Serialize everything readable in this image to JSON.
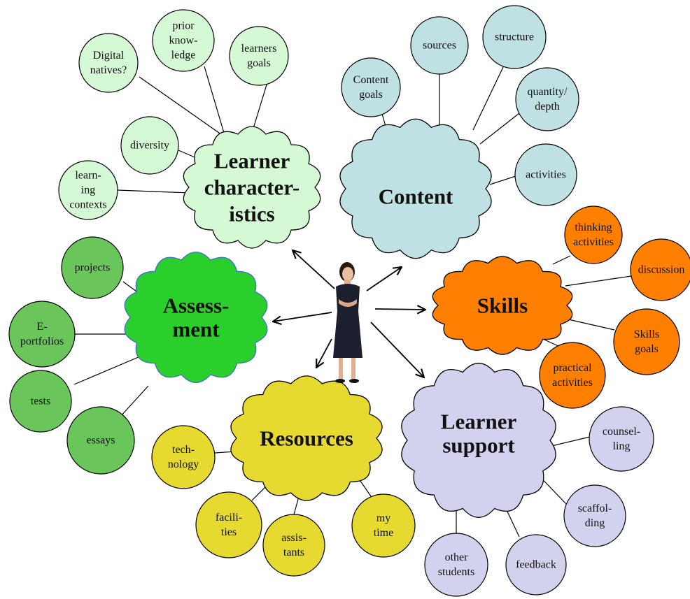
{
  "colors": {
    "learner": "#d5f8d5",
    "content": "#bfe1e3",
    "skills": "#ff8000",
    "support": "#d2d2ee",
    "resources": "#e6d92f",
    "assessment": "#2bcf2b",
    "assessment_leaf": "#6ac65a",
    "outline": "#000000",
    "assessment_outline": "#3e6fd0"
  },
  "center": {
    "icon": "woman-teacher-icon"
  },
  "clusters": {
    "learner": {
      "title": [
        "Learner",
        "character-",
        "istics"
      ],
      "leaves": [
        [
          "Digital",
          "natives?"
        ],
        [
          "prior",
          "know-",
          "ledge"
        ],
        [
          "learners",
          "goals"
        ],
        [
          "diversity"
        ],
        [
          "learn-",
          "ing",
          "contexts"
        ]
      ]
    },
    "content": {
      "title": [
        "Content"
      ],
      "leaves": [
        [
          "Content",
          "goals"
        ],
        [
          "sources"
        ],
        [
          "structure"
        ],
        [
          "quantity/",
          "depth"
        ],
        [
          "activities"
        ]
      ]
    },
    "skills": {
      "title": [
        "Skills"
      ],
      "leaves": [
        [
          "thinking",
          "activities"
        ],
        [
          "discussion"
        ],
        [
          "Skills",
          "goals"
        ],
        [
          "practical",
          "activities"
        ]
      ]
    },
    "support": {
      "title": [
        "Learner",
        "support"
      ],
      "leaves": [
        [
          "counsel-",
          "ling"
        ],
        [
          "scaffol-",
          "ding"
        ],
        [
          "feedback"
        ],
        [
          "other",
          "students"
        ]
      ]
    },
    "resources": {
      "title": [
        "Resources"
      ],
      "leaves": [
        [
          "tech-",
          "nology"
        ],
        [
          "facili-",
          "ties"
        ],
        [
          "assis-",
          "tants"
        ],
        [
          "my",
          "time"
        ]
      ]
    },
    "assessment": {
      "title": [
        "Assess-",
        "ment"
      ],
      "leaves": [
        [
          "projects"
        ],
        [
          "E-",
          "portfolios"
        ],
        [
          "tests"
        ],
        [
          "essays"
        ]
      ]
    }
  }
}
